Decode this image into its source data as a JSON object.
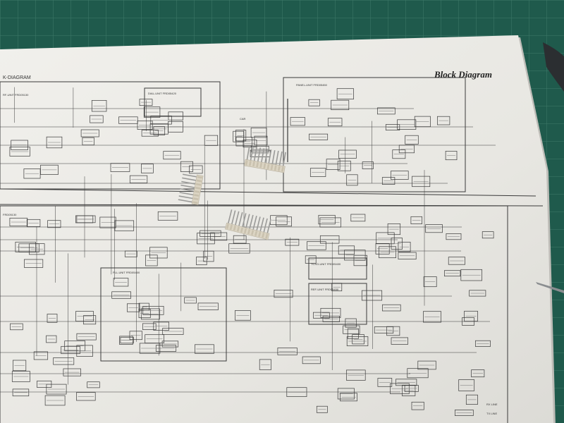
{
  "photo": {
    "subject": "",
    "colors": {
      "mat": "#1f5a4c",
      "mat_grid": "#3f7a6a",
      "paper": "#ecebe7",
      "paper_shadow": "#c9c8c3",
      "ink": "#3a3a3a",
      "connector": "#dcd5c4",
      "pin": "#9a9a98"
    }
  },
  "diagram": {
    "title": "Block Diagram",
    "header_fragment": "K-DIAGRAM",
    "unit_labels": [
      "RF-UNIT FRD05130",
      "FRD05130",
      "PLL-UNIT FRD05400",
      "TCXO-UNIT FRD05400",
      "REF-UNIT FRD05450",
      "PANEL-UNIT FRD05450",
      "DIAL-UNIT FRD05420",
      "CAR"
    ],
    "bottom_labels": [
      "RX LINE",
      "TX LINE"
    ]
  }
}
